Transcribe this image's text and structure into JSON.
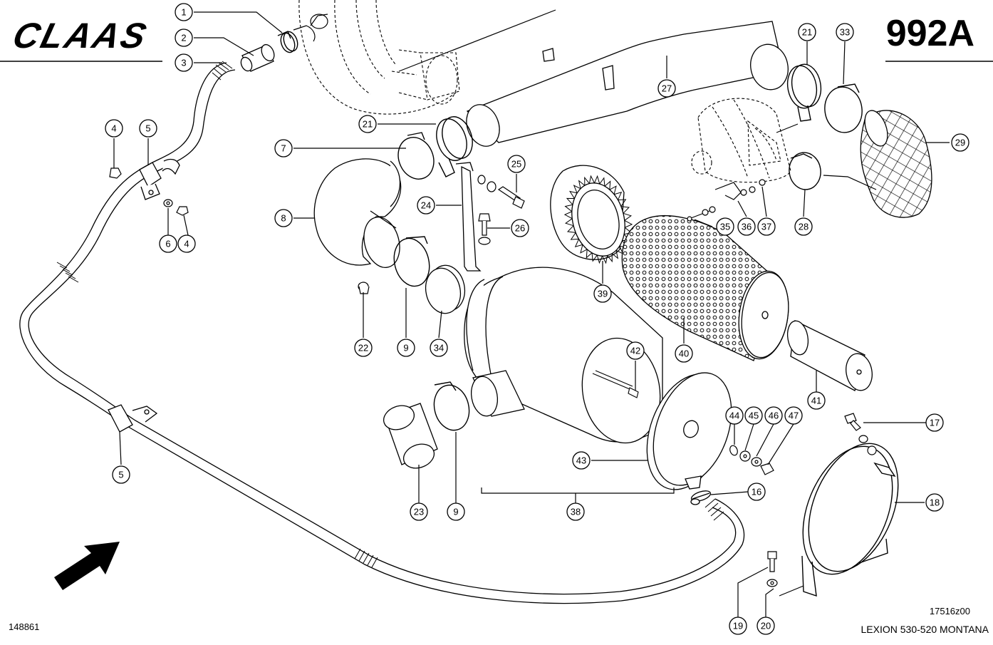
{
  "header": {
    "brand": "CLAAS",
    "page_code": "992A"
  },
  "footer": {
    "left_ref": "148861",
    "drawing_ref": "17516z00",
    "model": "LEXION 530-520 MONTANA"
  },
  "callouts": [
    "1",
    "2",
    "3",
    "4",
    "5",
    "4",
    "6",
    "7",
    "8",
    "9",
    "9",
    "16",
    "17",
    "18",
    "19",
    "20",
    "21",
    "21",
    "22",
    "23",
    "24",
    "25",
    "26",
    "27",
    "28",
    "29",
    "33",
    "34",
    "35",
    "36",
    "37",
    "38",
    "39",
    "40",
    "41",
    "42",
    "43",
    "44",
    "45",
    "46",
    "47",
    "5"
  ]
}
